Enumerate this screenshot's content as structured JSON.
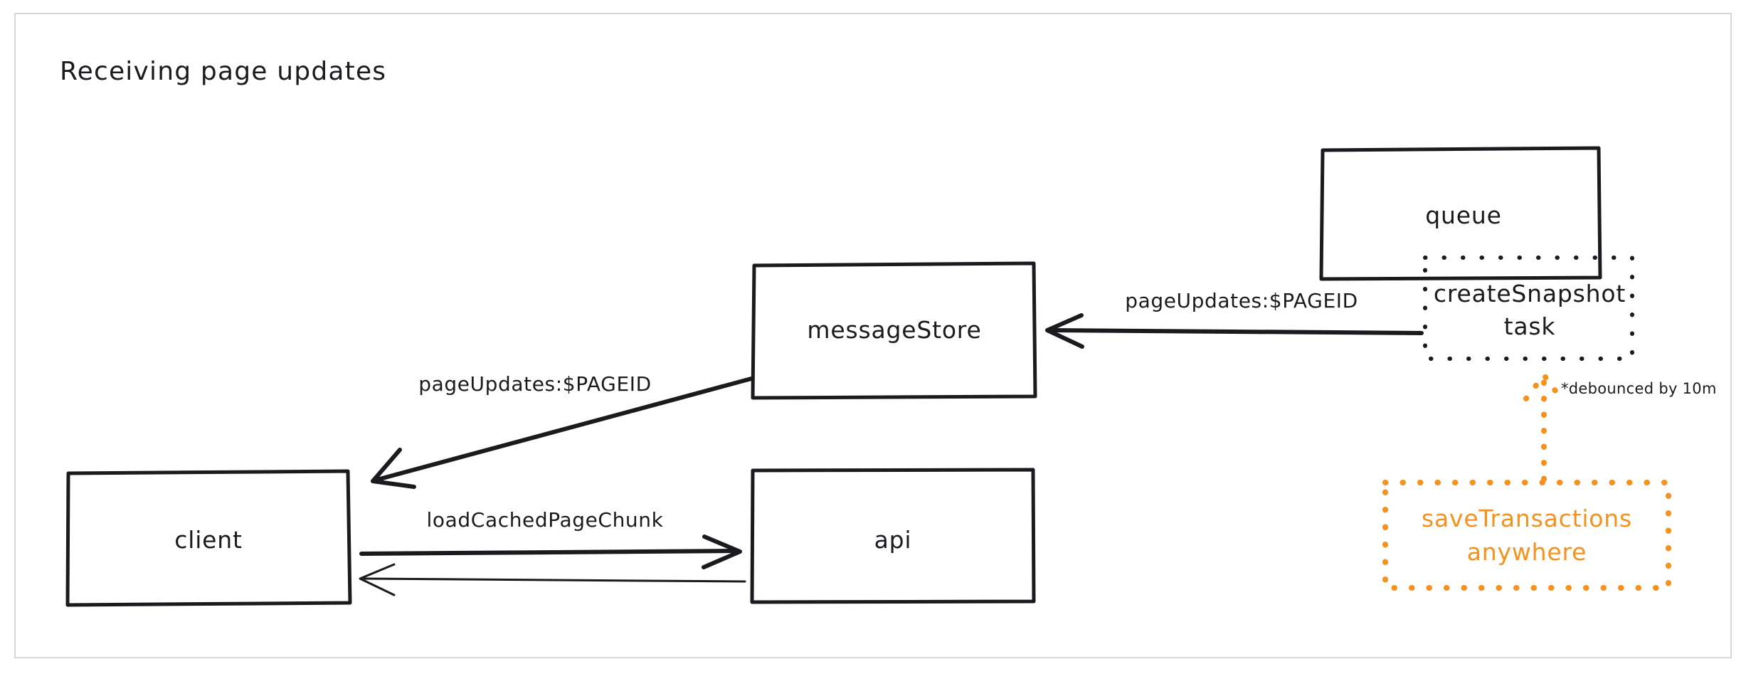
{
  "diagram": {
    "title": "Receiving page updates",
    "colors": {
      "ink": "#1b1b1f",
      "accent_orange": "#f7911e",
      "frame_border": "#d8d6db",
      "background": "#ffffff"
    },
    "nodes": [
      {
        "id": "client",
        "label": "client",
        "style": "solid"
      },
      {
        "id": "api",
        "label": "api",
        "style": "solid"
      },
      {
        "id": "messageStore",
        "label": "messageStore",
        "style": "solid"
      },
      {
        "id": "queue",
        "label": "queue",
        "style": "solid"
      },
      {
        "id": "createSnapshotTask",
        "label_line1": "createSnapshot",
        "label_line2": "task",
        "style": "dotted"
      },
      {
        "id": "saveTransactions",
        "label_line1": "saveTransactions",
        "label_line2": "anywhere",
        "style": "dotted-orange"
      }
    ],
    "edges": [
      {
        "id": "snapshot-to-messagestore",
        "label": "pageUpdates:$PAGEID",
        "from": "createSnapshotTask",
        "to": "messageStore",
        "style": "solid-arrow"
      },
      {
        "id": "messagestore-to-client",
        "label": "pageUpdates:$PAGEID",
        "from": "messageStore",
        "to": "client",
        "style": "solid-arrow"
      },
      {
        "id": "client-to-api",
        "label": "loadCachedPageChunk",
        "from": "client",
        "to": "api",
        "style": "solid-arrow"
      },
      {
        "id": "api-to-client",
        "label": "",
        "from": "api",
        "to": "client",
        "style": "thin-arrow"
      },
      {
        "id": "savetransactions-to-snapshot",
        "label": "*debounced by 10m",
        "from": "saveTransactions",
        "to": "createSnapshotTask",
        "style": "dotted-orange-arrow"
      }
    ],
    "notes": [
      {
        "id": "debounce-note",
        "text": "*debounced by 10m"
      }
    ]
  }
}
